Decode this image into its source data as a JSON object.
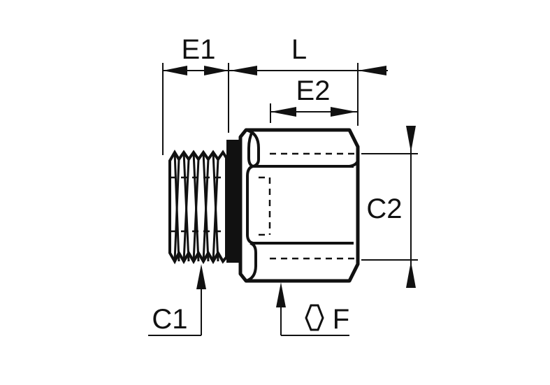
{
  "labels": {
    "e1": "E1",
    "l": "L",
    "e2": "E2",
    "c2": "C2",
    "c1": "C1",
    "f": "F"
  },
  "colors": {
    "ink": "#111111",
    "background": "#ffffff"
  },
  "icons": {
    "hex": "hexagon-icon"
  }
}
